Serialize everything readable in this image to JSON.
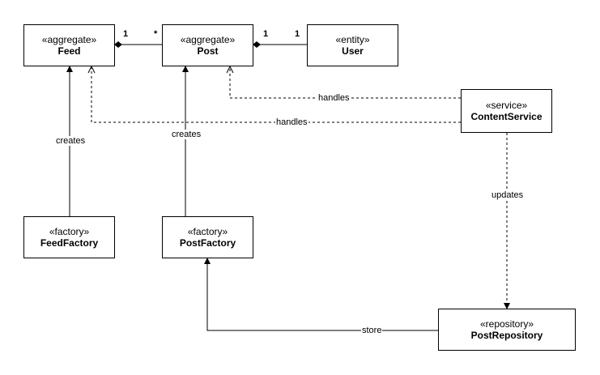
{
  "classes": {
    "feed": {
      "stereotype": "«aggregate»",
      "name": "Feed"
    },
    "post": {
      "stereotype": "«aggregate»",
      "name": "Post"
    },
    "user": {
      "stereotype": "«entity»",
      "name": "User"
    },
    "content_service": {
      "stereotype": "«service»",
      "name": "ContentService"
    },
    "feed_factory": {
      "stereotype": "«factory»",
      "name": "FeedFactory"
    },
    "post_factory": {
      "stereotype": "«factory»",
      "name": "PostFactory"
    },
    "post_repository": {
      "stereotype": "«repository»",
      "name": "PostRepository"
    }
  },
  "relations": {
    "feed_post": {
      "source_mult": "1",
      "target_mult": "*"
    },
    "post_user": {
      "source_mult": "1",
      "target_mult": "1"
    },
    "service_post": {
      "label": "handles"
    },
    "service_feed": {
      "label": "handles"
    },
    "feedfactory_feed": {
      "label": "creates"
    },
    "postfactory_post": {
      "label": "creates"
    },
    "service_repository": {
      "label": "updates"
    },
    "repository_postfactory": {
      "label": "store"
    }
  }
}
